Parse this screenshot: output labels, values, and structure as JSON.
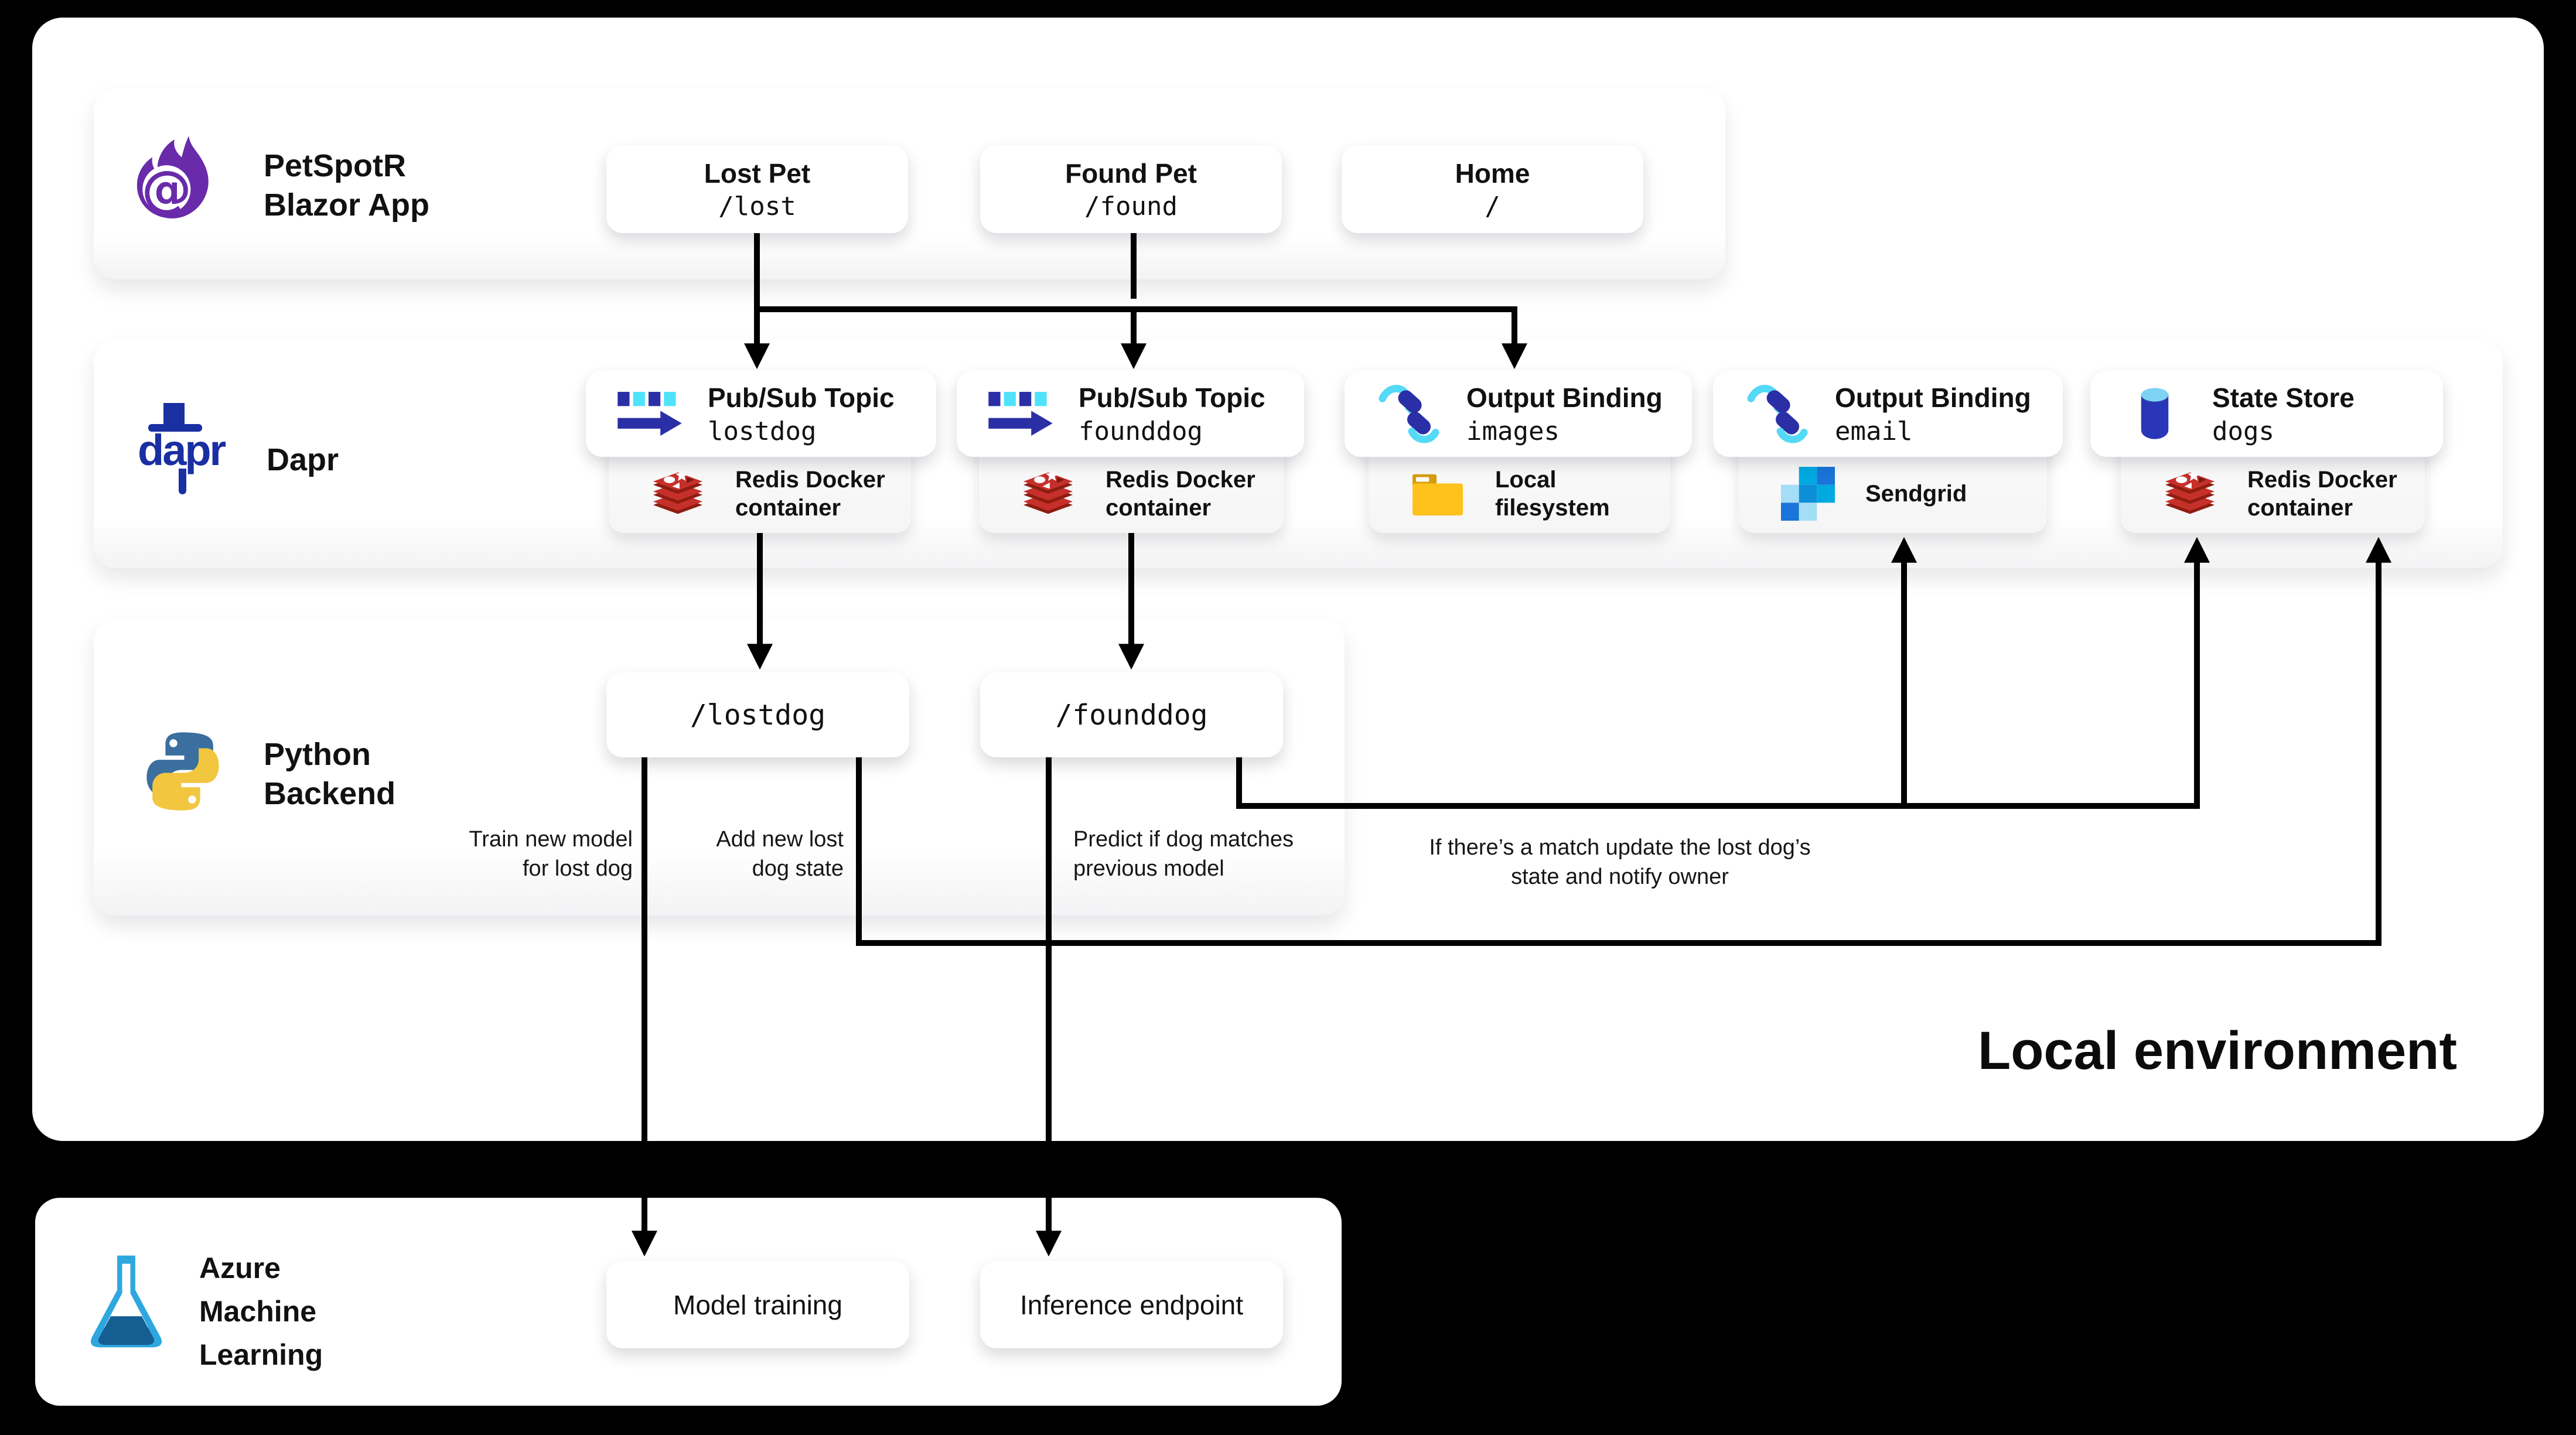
{
  "canvas": {
    "environment_label": "Local environment",
    "colors": {
      "background": "#000000",
      "navy": "#2B2FA6",
      "cyan": "#4FE3FB",
      "dapr_blue": "#1A2FA2",
      "blazor_purple": "#692BA9",
      "redis_red": "#C6302B",
      "folder_yellow": "#FFC21D",
      "sendgrid_blue": "#1A74D9",
      "python_blue": "#3A6FA0",
      "python_yellow": "#F2C63F",
      "azure_blue": "#2EA7DF"
    }
  },
  "blazor": {
    "logo": "blazor-flame-icon",
    "logo_glyph": "@",
    "title": "PetSpotR Blazor App",
    "pages": [
      {
        "label": "Lost Pet",
        "path": "/lost"
      },
      {
        "label": "Found Pet",
        "path": "/found"
      },
      {
        "label": "Home",
        "path": "/"
      }
    ]
  },
  "dapr": {
    "logo": "dapr-hat-icon",
    "logo_text": "dapr",
    "title": "Dapr",
    "components": [
      {
        "type": "Pub/Sub Topic",
        "name": "lostdog",
        "icon": "pubsub-icon",
        "backing": "Redis Docker container",
        "backing_icon": "redis-icon"
      },
      {
        "type": "Pub/Sub Topic",
        "name": "founddog",
        "icon": "pubsub-icon",
        "backing": "Redis Docker container",
        "backing_icon": "redis-icon"
      },
      {
        "type": "Output Binding",
        "name": "images",
        "icon": "binding-icon",
        "backing": "Local filesystem",
        "backing_icon": "folder-icon"
      },
      {
        "type": "Output Binding",
        "name": "email",
        "icon": "binding-icon",
        "backing": "Sendgrid",
        "backing_icon": "sendgrid-icon"
      },
      {
        "type": "State Store",
        "name": "dogs",
        "icon": "state-store-icon",
        "backing": "Redis Docker container",
        "backing_icon": "redis-icon"
      }
    ]
  },
  "python": {
    "logo": "python-icon",
    "title": "Python Backend",
    "endpoints": [
      "/lostdog",
      "/founddog"
    ],
    "annotations": [
      "Train new model for lost dog",
      "Add new lost dog state",
      "Predict if dog matches previous model",
      "If there’s a match update the lost dog’s state and notify owner"
    ]
  },
  "azure": {
    "logo": "azure-ml-flask-icon",
    "title": "Azure Machine Learning",
    "nodes": [
      "Model training",
      "Inference endpoint"
    ]
  }
}
